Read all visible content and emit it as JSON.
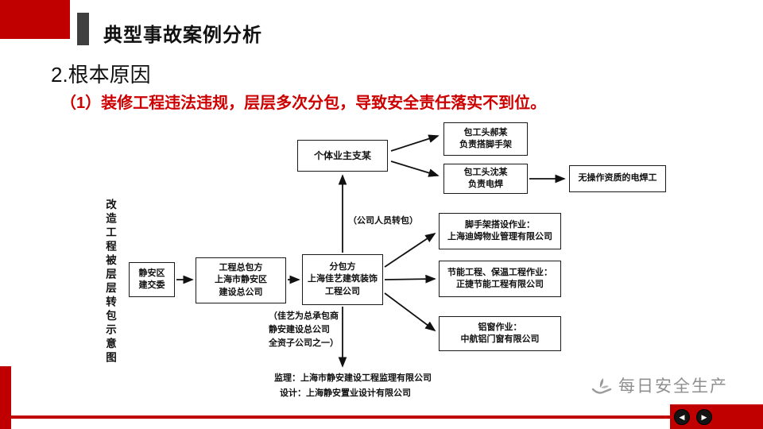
{
  "accent_color": "#C00000",
  "header": {
    "title": "典型事故案例分析"
  },
  "body": {
    "heading": "2.根本原因",
    "point": "（1）装修工程违法违规，层层多次分包，导致安全责任落实不到位。"
  },
  "diagram": {
    "side_label": "改造工程被层层转包示意图",
    "boxes": {
      "owner": "个体业主支某",
      "foreman_hao": "包工头郝某\n负责搭脚手架",
      "foreman_shen": "包工头沈某\n负责电焊",
      "welder": "无操作资质的电焊工",
      "committee": "静安区\n建交委",
      "general_contractor": "工程总包方\n上海市静安区\n建设总公司",
      "subcontractor": "分包方\n上海佳艺建筑装饰\n工程公司",
      "scaffold": "脚手架搭设作业：\n上海迪姆物业管理有限公司",
      "energy": "节能工程、保温工程作业：\n正捷节能工程有限公司",
      "window": "铝窗作业：\n中航铝门窗有限公司"
    },
    "notes": {
      "transfer": "（公司人员转包）",
      "subsidiary": "（佳艺为总承包商\n静安建设总公司\n全资子公司之一）",
      "supervision": "监理：上海市静安建设工程监理有限公司",
      "design": "设计：上海静安置业设计有限公司"
    }
  },
  "footer": {
    "watermark": "每日安全生产",
    "prev_icon": "◀",
    "next_icon": "▶"
  }
}
